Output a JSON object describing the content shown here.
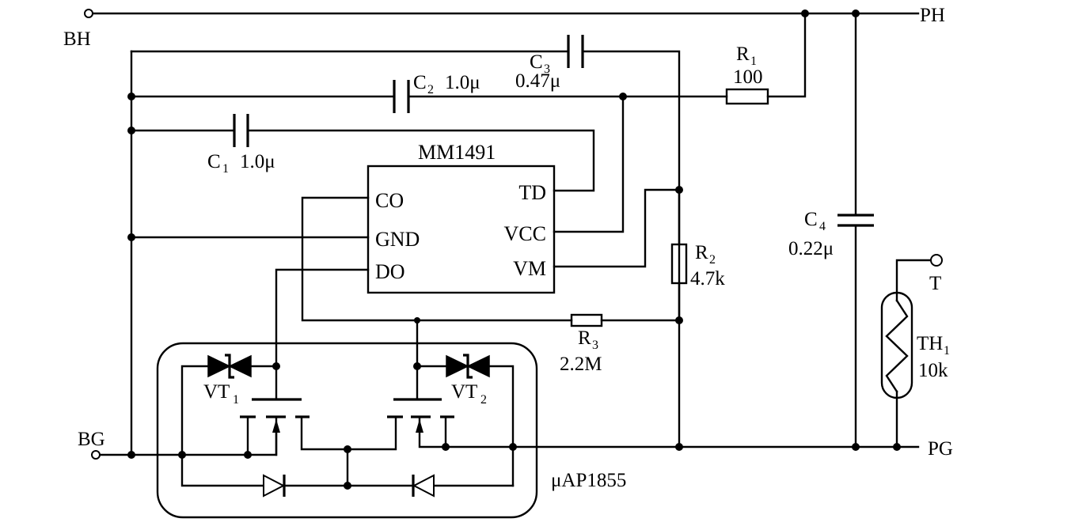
{
  "terminals": {
    "bh": "BH",
    "ph": "PH",
    "bg": "BG",
    "pg": "PG",
    "t": "T"
  },
  "ic": {
    "name": "MM1491",
    "pins": {
      "co": "CO",
      "gnd": "GND",
      "do": "DO",
      "td": "TD",
      "vcc": "VCC",
      "vm": "VM"
    }
  },
  "module": {
    "name": "μAP1855"
  },
  "components": {
    "c1": {
      "letter": "C",
      "index": "1",
      "value": "1.0μ"
    },
    "c2": {
      "letter": "C",
      "index": "2",
      "value": "1.0μ"
    },
    "c3": {
      "letter": "C",
      "index": "3",
      "value": "0.47μ"
    },
    "c4": {
      "letter": "C",
      "index": "4",
      "value": "0.22μ"
    },
    "r1": {
      "letter": "R",
      "index": "1",
      "value": "100"
    },
    "r2": {
      "letter": "R",
      "index": "2",
      "value": "4.7k"
    },
    "r3": {
      "letter": "R",
      "index": "3",
      "value": "2.2M"
    },
    "th1": {
      "letter": "TH",
      "index": "1",
      "value": "10k"
    },
    "vt1": {
      "letter": "VT",
      "index": "1"
    },
    "vt2": {
      "letter": "VT",
      "index": "2"
    }
  }
}
